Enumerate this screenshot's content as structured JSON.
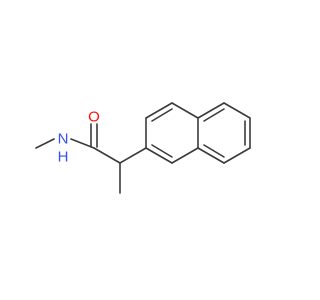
{
  "molecule": {
    "atoms": {
      "oxygen": {
        "symbol": "O",
        "color": "#ff0d0d"
      },
      "nitrogen": {
        "symbol": "N",
        "color": "#3050f8"
      },
      "nitrogen_h": {
        "symbol": "H",
        "color": "#3050f8"
      }
    },
    "bond_color": "#3a3a3a"
  }
}
